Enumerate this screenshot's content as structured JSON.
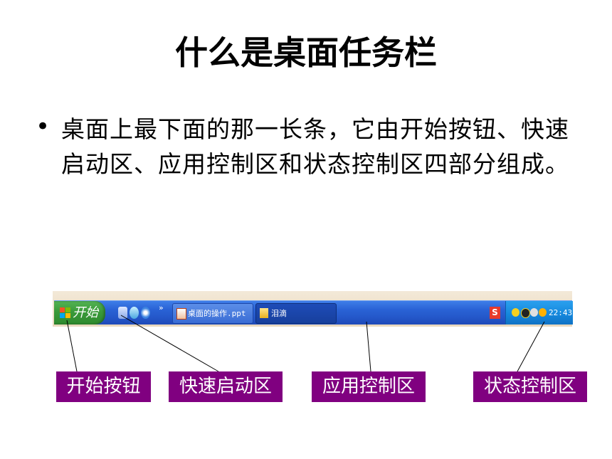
{
  "slide": {
    "title": "什么是桌面任务栏",
    "bullet_marker": "•",
    "bullet_text": "桌面上最下面的那一长条，它由开始按钮、快速启动区、应用控制区和状态控制区四部分组成。"
  },
  "taskbar": {
    "start_label": "开始",
    "quick_launch_chevron": "»",
    "tasks": [
      {
        "label": "桌面的操作.ppt"
      },
      {
        "label": "泪滴"
      }
    ],
    "tray_badge": "S",
    "clock": "22:43"
  },
  "callouts": [
    {
      "label": "开始按钮"
    },
    {
      "label": "快速启动区"
    },
    {
      "label": "应用控制区"
    },
    {
      "label": "状态控制区"
    }
  ],
  "colors": {
    "callout_bg": "#800080",
    "taskbar_blue": "#2457c9",
    "start_green": "#3a9a3a",
    "tray_blue": "#1486db"
  }
}
